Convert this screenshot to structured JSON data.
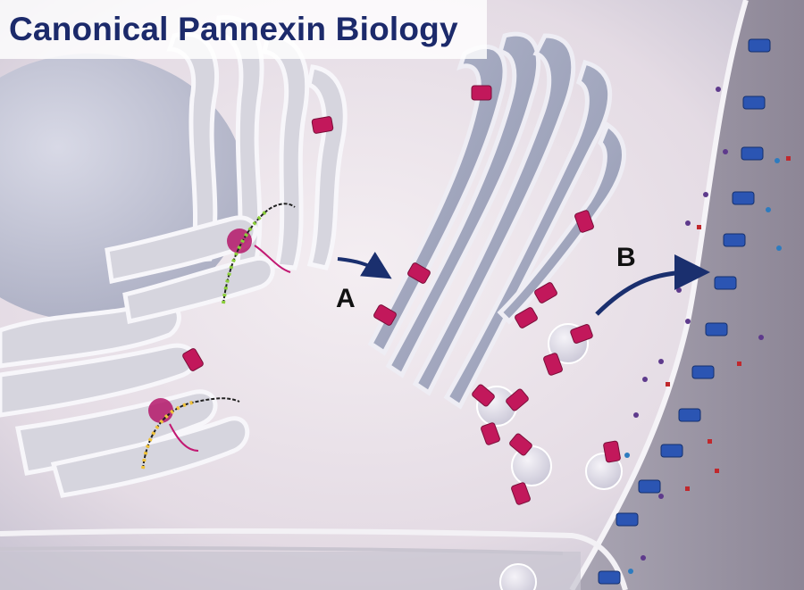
{
  "header": {
    "title": "Canonical Pannexin Biology"
  },
  "steps": {
    "a": "A",
    "b": "B"
  },
  "colors": {
    "title": "#1c2a6b",
    "channel_intracellular": "#c2185b",
    "channel_membrane": "#2b55b3",
    "arrow": "#1a2f6e",
    "organelle": "#b8bccc"
  }
}
